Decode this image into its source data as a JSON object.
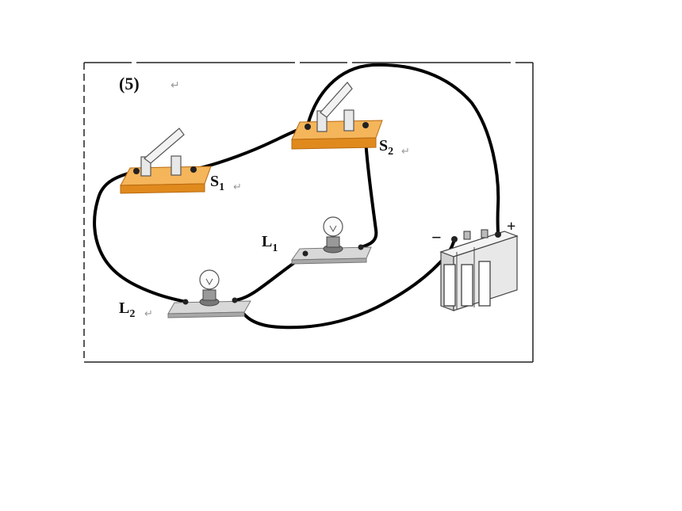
{
  "figure": {
    "number_label": "(5)",
    "paragraph_mark": "↵"
  },
  "components": {
    "switch_s1": {
      "letter": "S",
      "subscript": "1"
    },
    "switch_s2": {
      "letter": "S",
      "subscript": "2"
    },
    "lamp_l1": {
      "letter": "L",
      "subscript": "1"
    },
    "lamp_l2": {
      "letter": "L",
      "subscript": "2"
    },
    "battery": {
      "negative_sign": "−",
      "positive_sign": "+"
    }
  },
  "colors": {
    "wire": "#000000",
    "switch_base": "#f0a040",
    "switch_base_edge": "#b86a10",
    "lamp_base": "#c9c9c9",
    "battery_body": "#e8e8e8",
    "frame": "#222222"
  }
}
